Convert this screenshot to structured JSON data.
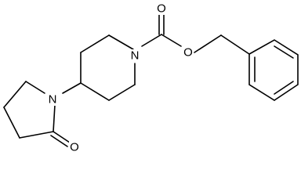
{
  "diagram": {
    "type": "chemical-structure",
    "atoms": [
      {
        "id": "o_carbonyl_top",
        "label": "O"
      },
      {
        "id": "n_piperidine",
        "label": "N"
      },
      {
        "id": "o_ester",
        "label": "O"
      },
      {
        "id": "n_pyrrolidinone",
        "label": "N"
      },
      {
        "id": "o_lactam",
        "label": "O"
      }
    ]
  }
}
